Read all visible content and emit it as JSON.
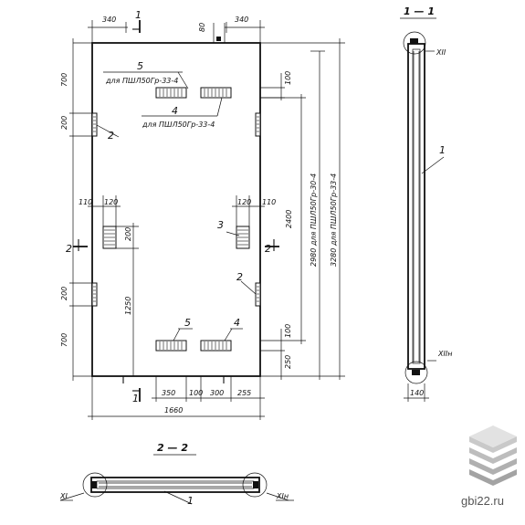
{
  "front_view": {
    "dims_top": [
      "340",
      "340"
    ],
    "dim_80": "80",
    "dims_left": [
      "700",
      "200",
      "200",
      "700"
    ],
    "dims_mid": [
      "110",
      "120",
      "120",
      "110"
    ],
    "dim_200": "200",
    "dim_1250": "1250",
    "dims_right": [
      "100",
      "2400",
      "100",
      "250"
    ],
    "dims_bottom": [
      "350",
      "100",
      "300",
      "255"
    ],
    "overall_width": "1660",
    "overall_heights": [
      "2980 для ПШЛ50Гр-30-4",
      "3280 для ПШЛ50Гр-33-4"
    ],
    "section_marks": [
      "1",
      "1",
      "2",
      "2"
    ],
    "labels": {
      "item5_top": "5",
      "note5_top": "для ПШЛ50Гр-33-4",
      "item4_top": "4",
      "note4_top": "для ПШЛ50Гр-33-4",
      "item2_left": "2",
      "item3": "3",
      "item2_right": "2",
      "item5_bottom": "5",
      "item4_bottom": "4"
    }
  },
  "section_1_1": {
    "title": "1 — 1",
    "callout_top": "XII",
    "callout_bottom": "XIIн",
    "item": "1",
    "dim": "140"
  },
  "section_2_2": {
    "title": "2 — 2",
    "callout_left": "XI",
    "callout_right": "XIн",
    "item": "1"
  },
  "watermark": {
    "site": "gbi22.ru"
  }
}
